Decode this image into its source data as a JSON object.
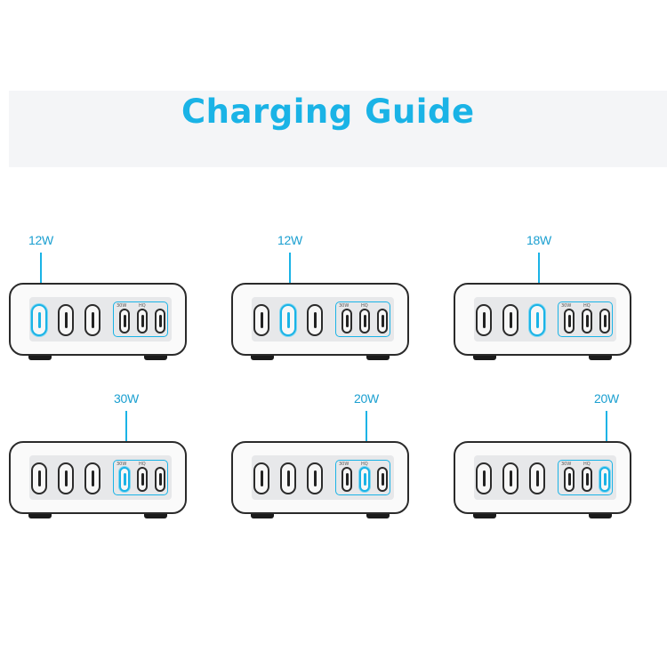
{
  "header": {
    "title": "Charging Guide"
  },
  "panels": [
    {
      "watt": "12W",
      "active_port": 0
    },
    {
      "watt": "12W",
      "active_port": 1
    },
    {
      "watt": "18W",
      "active_port": 2
    },
    {
      "watt": "30W",
      "active_port": 3
    },
    {
      "watt": "20W",
      "active_port": 4
    },
    {
      "watt": "20W",
      "active_port": 5
    }
  ],
  "box_labels": {
    "left": "30W",
    "right": "HQ"
  },
  "colors": {
    "accent": "#1ab3e6",
    "outline": "#2b2b2b",
    "face": "#e7e8ea",
    "band": "#f4f5f7"
  }
}
